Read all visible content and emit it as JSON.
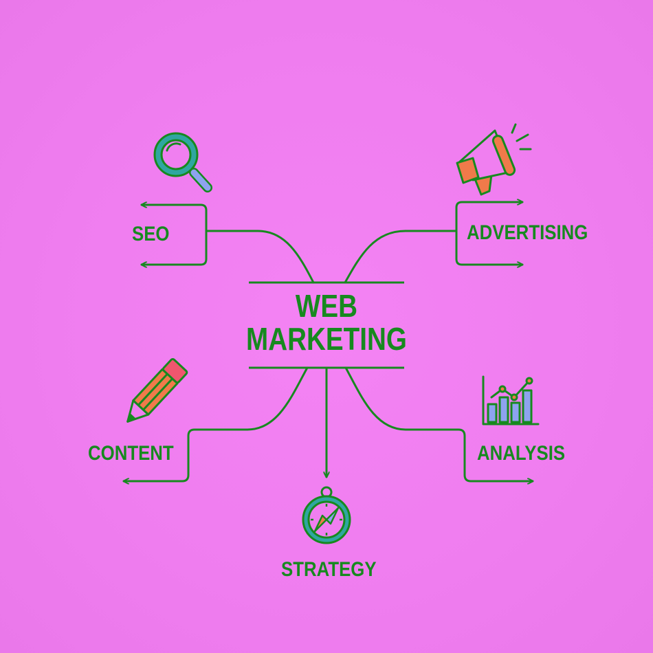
{
  "title": {
    "line1": "WEB",
    "line2": "MARKETING"
  },
  "branches": {
    "seo": {
      "label": "SEO",
      "icon": "magnifying-glass-icon"
    },
    "advertising": {
      "label": "ADVERTISING",
      "icon": "megaphone-icon"
    },
    "content": {
      "label": "CONTENT",
      "icon": "pencil-icon"
    },
    "strategy": {
      "label": "STRATEGY",
      "icon": "compass-icon"
    },
    "analysis": {
      "label": "ANALYSIS",
      "icon": "bar-chart-icon"
    }
  },
  "colors": {
    "background": "#f07ff0",
    "line": "#17891f",
    "icon_teal": "#2fa6a0",
    "icon_blue": "#8ea3ef",
    "icon_orange": "#f07a4a",
    "icon_pink": "#f0566e"
  }
}
